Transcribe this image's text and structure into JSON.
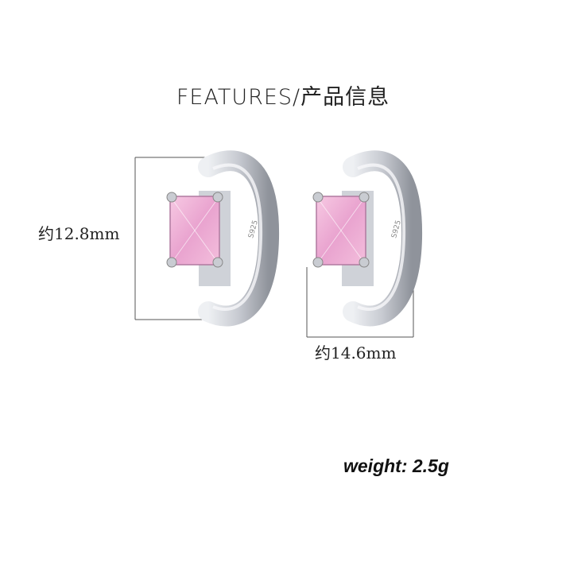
{
  "title": "FEATURES/产品信息",
  "dimensions": {
    "height_label": "约12.8mm",
    "width_label": "约14.6mm"
  },
  "weight_label": "weight: 2.5g",
  "engraving": "S925",
  "colors": {
    "stone": "#f2b6d8",
    "metal": "#d9dbe0",
    "text": "#222222"
  }
}
